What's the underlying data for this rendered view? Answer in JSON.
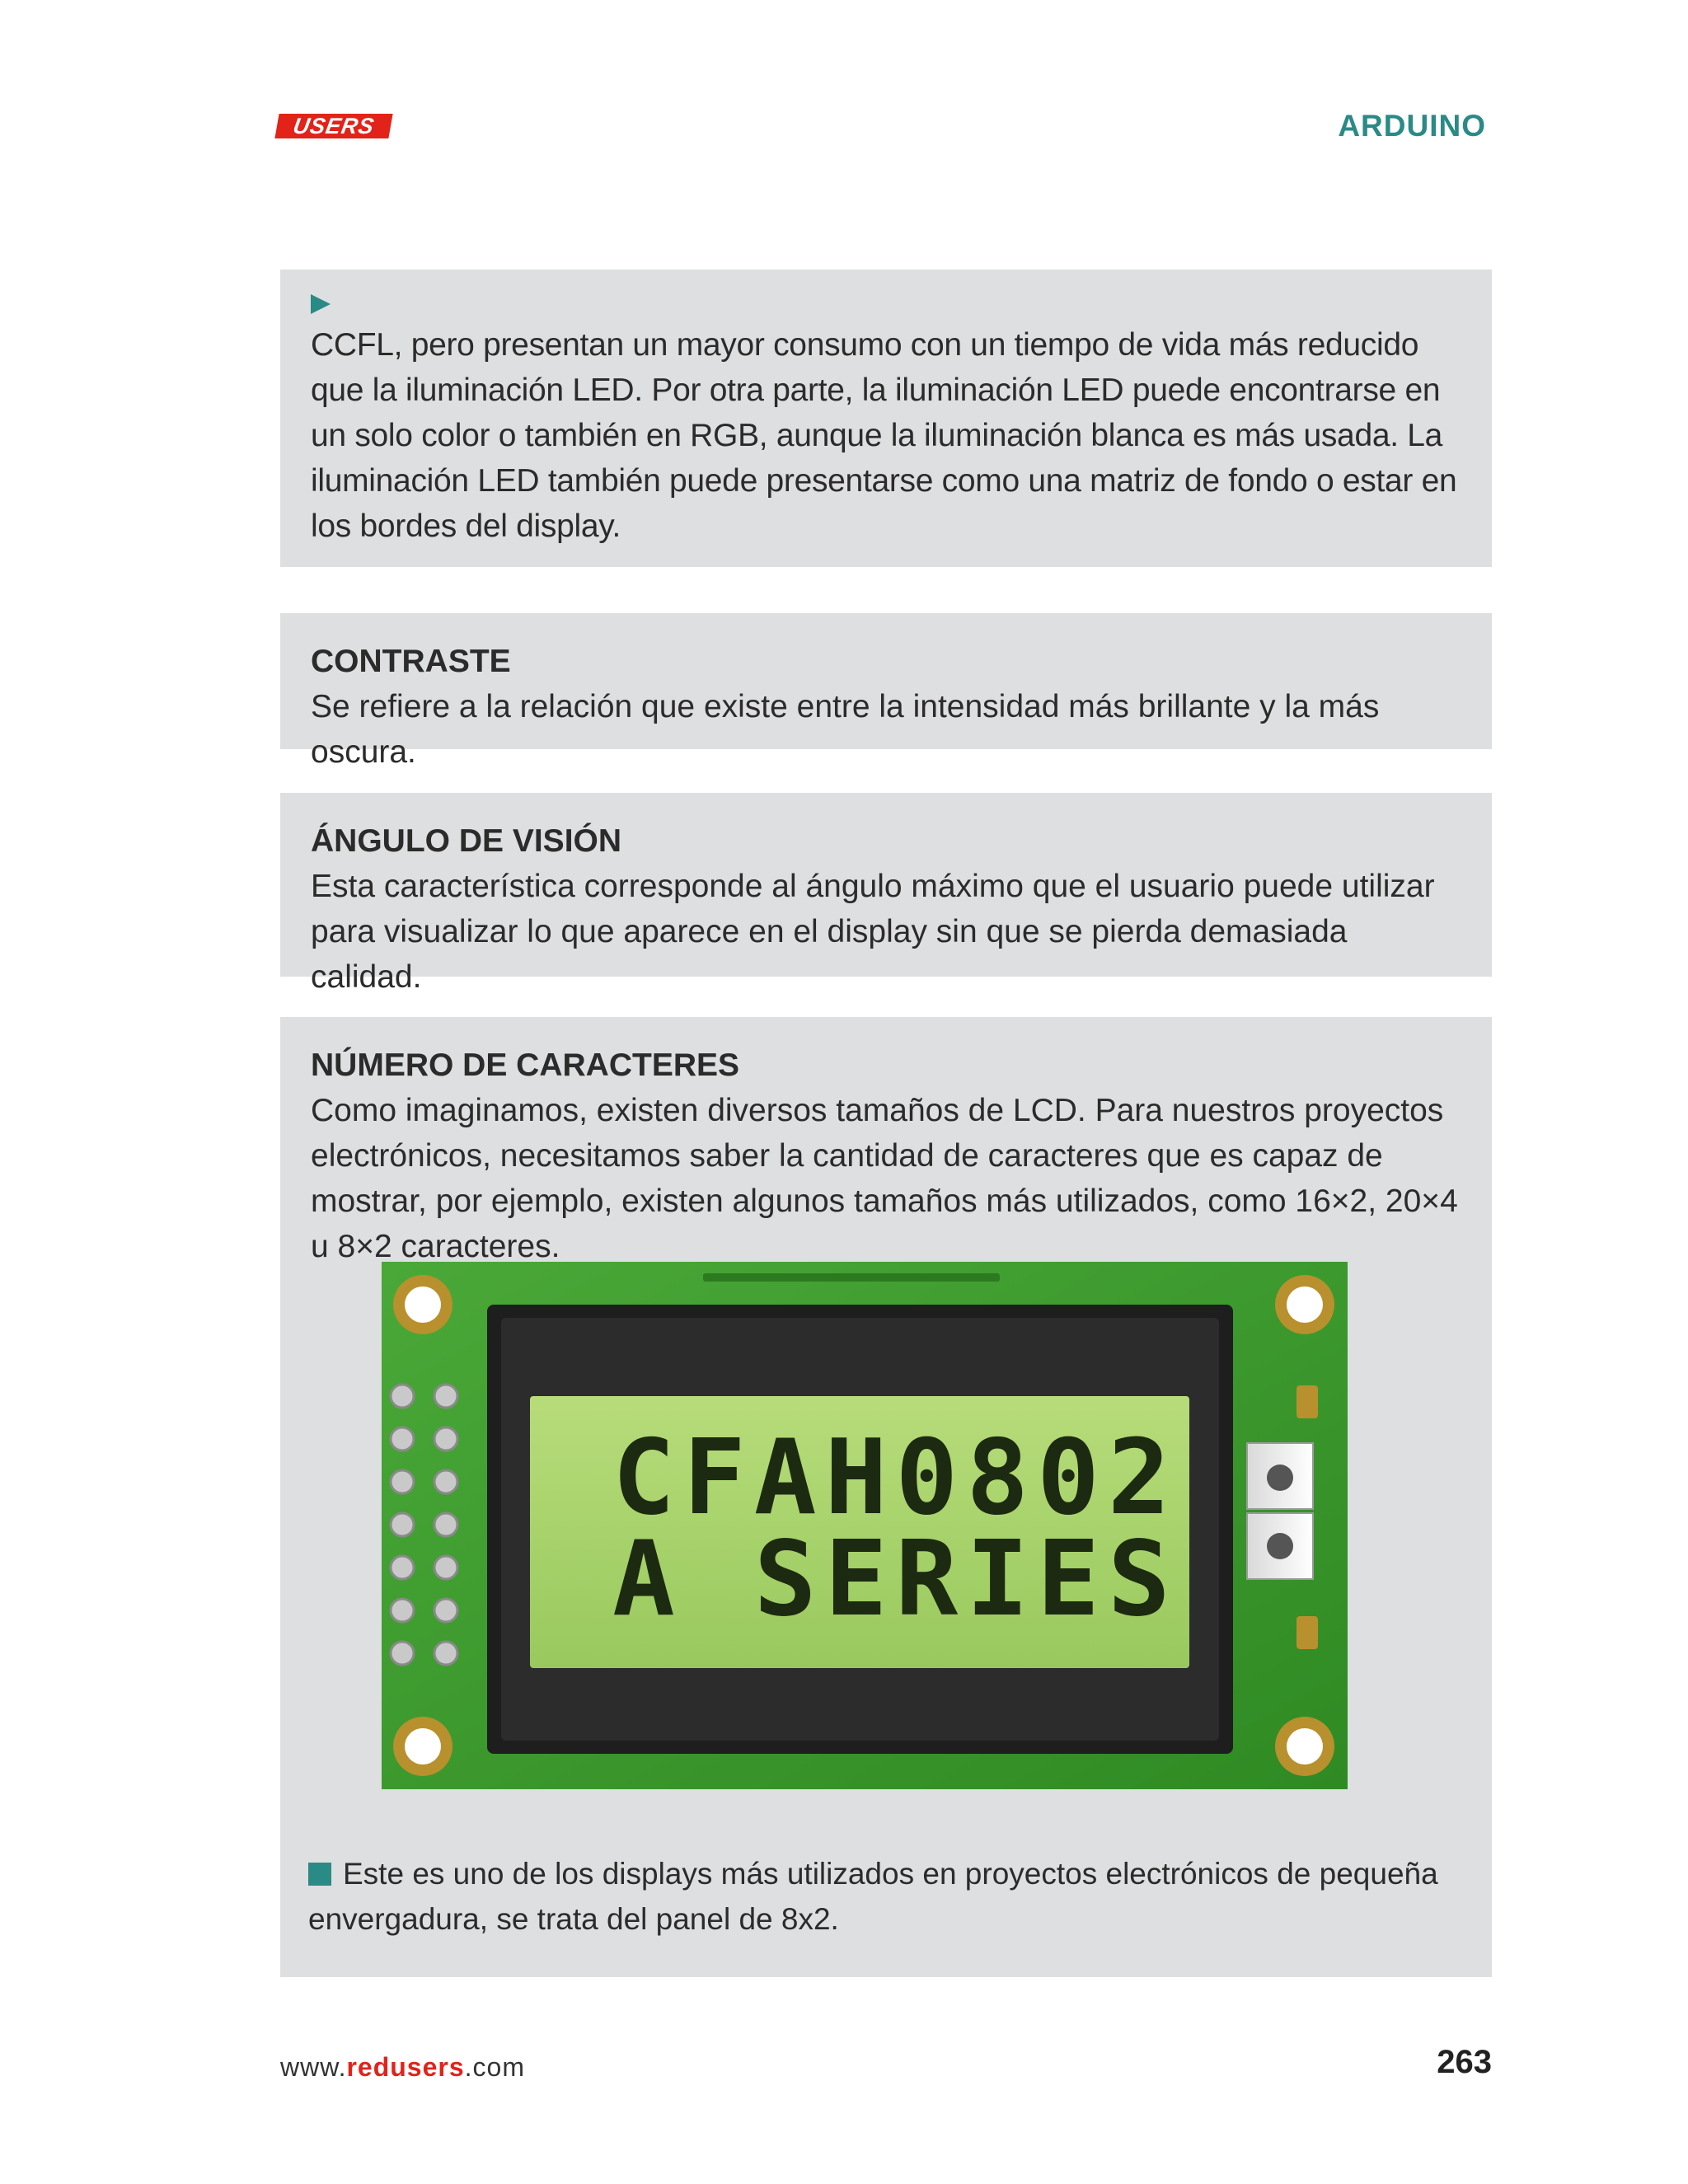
{
  "header": {
    "logo_text": "USERS",
    "section": "ARDUINO"
  },
  "box1": {
    "text": "CCFL, pero presentan un mayor consumo con un tiempo de vida más reducido que la iluminación LED. Por otra parte, la iluminación LED puede encontrarse en un solo color o también en RGB, aunque la iluminación blanca es más usada. La iluminación LED también puede presentarse como una matriz de fondo o estar en los bordes del display."
  },
  "box2": {
    "title": "CONTRASTE",
    "text": "Se refiere a la relación que existe entre la intensidad más brillante y la más oscura."
  },
  "box3": {
    "title": "ÁNGULO DE VISIÓN",
    "text": "Esta característica corresponde al ángulo máximo que el usuario puede utilizar para visualizar lo que aparece en el display sin que se pierda demasiada calidad."
  },
  "box4": {
    "title": "NÚMERO DE CARACTERES",
    "text": "Como imaginamos, existen diversos tamaños de LCD. Para nuestros proyectos electrónicos, necesitamos saber la cantidad de caracteres que es capaz de mostrar, por ejemplo, existen algunos tamaños más utilizados, como 16×2, 20×4 u 8×2 caracteres.",
    "lcd_line1": "CFAH0802",
    "lcd_line2": "A SERIES",
    "caption": "Este es uno de los displays más utilizados en proyectos electrónicos de pequeña envergadura, se trata del panel de 8x2."
  },
  "footer": {
    "url_prefix": "www.",
    "url_red": "redusers",
    "url_suffix": ".com",
    "page_number": "263"
  },
  "colors": {
    "accent": "#2a8a86",
    "brand_red": "#e2231a",
    "box_bg": "#dedfe1",
    "pcb_green": "#3b9a2c",
    "lcd_green": "#a6d36a"
  }
}
